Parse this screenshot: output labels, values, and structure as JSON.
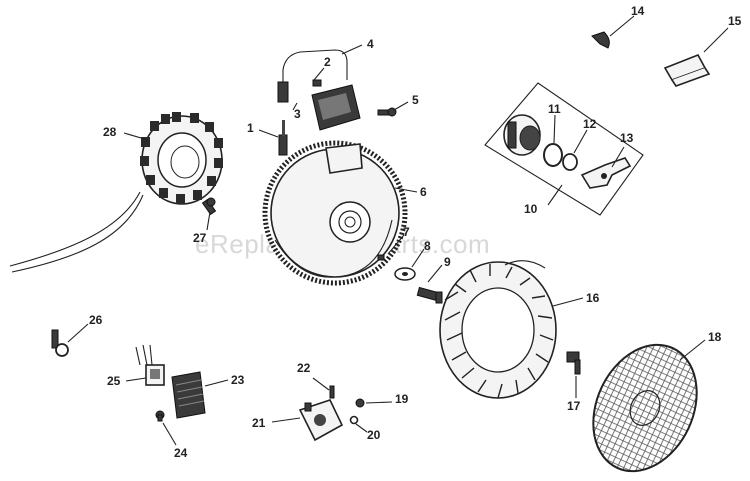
{
  "watermark": "eReplacementParts.com",
  "callouts": [
    {
      "num": "1"
    },
    {
      "num": "2"
    },
    {
      "num": "3"
    },
    {
      "num": "4"
    },
    {
      "num": "5"
    },
    {
      "num": "6"
    },
    {
      "num": "7"
    },
    {
      "num": "8"
    },
    {
      "num": "9"
    },
    {
      "num": "10"
    },
    {
      "num": "11"
    },
    {
      "num": "12"
    },
    {
      "num": "13"
    },
    {
      "num": "14"
    },
    {
      "num": "15"
    },
    {
      "num": "16"
    },
    {
      "num": "17"
    },
    {
      "num": "18"
    },
    {
      "num": "19"
    },
    {
      "num": "20"
    },
    {
      "num": "21"
    },
    {
      "num": "22"
    },
    {
      "num": "23"
    },
    {
      "num": "24"
    },
    {
      "num": "25"
    },
    {
      "num": "26"
    },
    {
      "num": "27"
    },
    {
      "num": "28"
    }
  ]
}
